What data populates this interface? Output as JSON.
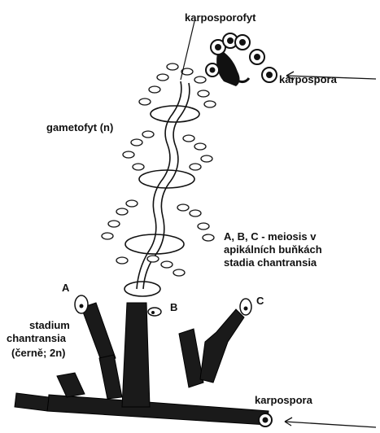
{
  "labels": {
    "karposporofyt": "karposporofyt",
    "karpospora_top": "karpospora",
    "gametofyt": "gametofyt (n)",
    "meiosis_line1": "A, B, C - meiosis v",
    "meiosis_line2": "apikálních buňkách",
    "meiosis_line3": "stadia chantransia",
    "point_a": "A",
    "point_b": "B",
    "point_c": "C",
    "stadium_line1": "stadium",
    "stadium_line2": "chantransia",
    "stadium_line3": "(černě; 2n)",
    "karpospora_bottom": "karpospora"
  }
}
